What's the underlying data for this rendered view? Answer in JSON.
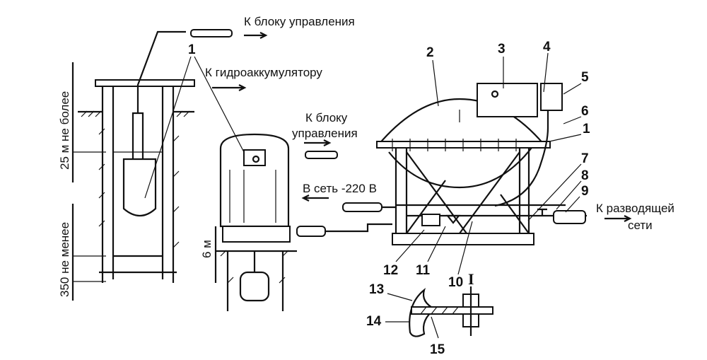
{
  "labels": {
    "to_control_unit_top": "К блоку управления",
    "to_accumulator": "К гидроаккумулятору",
    "to_control_unit_mid_1": "К блоку",
    "to_control_unit_mid_2": "управления",
    "to_mains": "В сеть -220 В",
    "to_distribution_1": "К разводящей",
    "to_distribution_2": "сети",
    "dim_depth_max": "25 м не более",
    "dim_depth_min": "350 не менее",
    "dim_6m": "6 м",
    "section_mark": "I"
  },
  "callouts": [
    "1",
    "2",
    "3",
    "4",
    "5",
    "6",
    "7",
    "8",
    "9",
    "10",
    "11",
    "12",
    "13",
    "14",
    "15"
  ],
  "colors": {
    "ink": "#111111",
    "paper": "#ffffff"
  }
}
